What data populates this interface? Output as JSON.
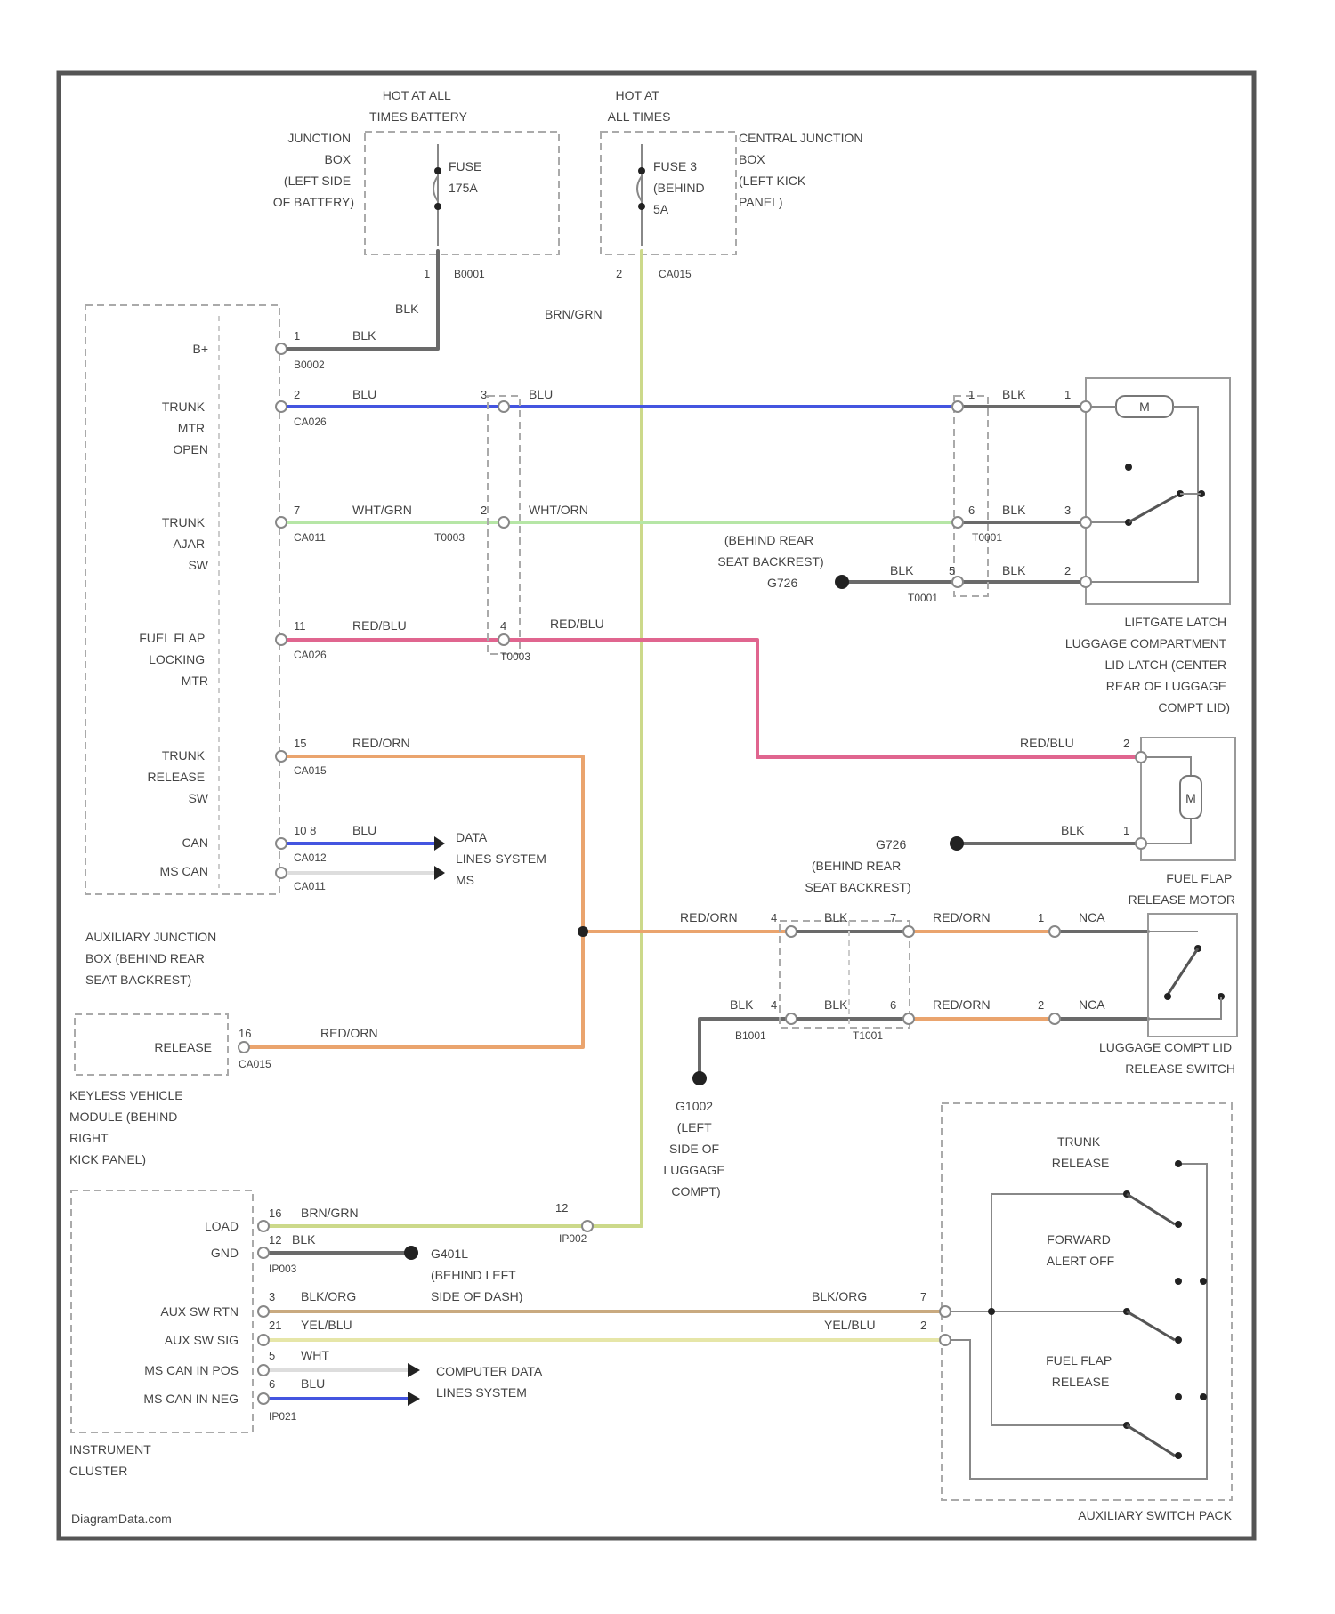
{
  "footer": {
    "watermark": "DiagramData.com"
  },
  "colors": {
    "BLK": "#6a6a6a",
    "BLU": "#4455e0",
    "WHT/GRN": "#b6e6a6",
    "RED/BLU": "#e0658f",
    "RED/ORN": "#eaa46e",
    "BRN/GRN": "#ccd98a",
    "BLK/ORG": "#c9aa80",
    "YEL/BLU": "#e6e6a8",
    "WHT": "#d8d8d8",
    "frame": "#555555"
  },
  "top": {
    "hot_left": [
      "HOT AT ALL",
      "TIMES BATTERY"
    ],
    "hot_right": [
      "HOT AT",
      "ALL TIMES"
    ],
    "jbox_left": [
      "JUNCTION",
      "BOX",
      "(LEFT SIDE",
      "OF BATTERY)"
    ],
    "fuse_left": [
      "FUSE",
      "175A"
    ],
    "jbox_right": [
      "CENTRAL JUNCTION",
      "BOX",
      "(LEFT KICK",
      "PANEL)"
    ],
    "fuse_right": [
      "FUSE 3",
      "(BEHIND",
      "5A"
    ],
    "pin_left": "1",
    "conn_left": "B0001",
    "pin_right": "2",
    "conn_right": "CA015",
    "wire_blk": "BLK",
    "wire_brngrn": "BRN/GRN"
  },
  "aux_box": {
    "title": [
      "AUXILIARY JUNCTION",
      "BOX (BEHIND REAR",
      "SEAT BACKREST)"
    ],
    "rows": [
      {
        "label": [
          "B+"
        ],
        "pin": "1",
        "conn": "B0002",
        "wire": "BLK"
      },
      {
        "label": [
          "TRUNK",
          "MTR",
          "OPEN"
        ],
        "pin": "2",
        "conn": "CA026",
        "wire": "BLU"
      },
      {
        "label": [
          "TRUNK",
          "AJAR",
          "SW"
        ],
        "pin": "7",
        "conn": "CA011",
        "wire": "WHT/GRN"
      },
      {
        "label": [
          "FUEL FLAP",
          "LOCKING",
          "MTR"
        ],
        "pin": "11",
        "conn": "CA026",
        "wire": "RED/BLU"
      },
      {
        "label": [
          "TRUNK",
          "RELEASE",
          "SW"
        ],
        "pin": "15",
        "conn": "CA015",
        "wire": "RED/ORN"
      },
      {
        "label": [
          "CAN"
        ],
        "pin": "10 8",
        "conn": "CA012",
        "wire": "BLU"
      },
      {
        "label": [
          "MS CAN"
        ],
        "pin": "",
        "conn": "CA011",
        "wire": "WHT"
      }
    ],
    "data_lines": [
      "DATA",
      "LINES SYSTEM",
      "MS"
    ]
  },
  "splices": {
    "blu": {
      "pin": "3",
      "wire": "BLU"
    },
    "wht": {
      "pin": "2",
      "wire": "WHT/ORN",
      "conn": "T0003"
    },
    "redblu": {
      "pin": "4",
      "wire": "RED/BLU",
      "conn": "T0003"
    }
  },
  "liftgate": {
    "title": [
      "LIFTGATE LATCH",
      "LUGGAGE COMPARTMENT",
      "LID LATCH (CENTER",
      "REAR OF LUGGAGE",
      "COMPT LID)"
    ],
    "pins": [
      {
        "left": "1",
        "wire": "BLK",
        "right": "1"
      },
      {
        "left": "6",
        "wire": "BLK",
        "right": "3",
        "conn": "T0001"
      },
      {
        "left": "5",
        "wire": "BLK",
        "right": "2",
        "conn": "T0001"
      }
    ],
    "motor": "M",
    "ground": [
      "G726",
      "(BEHIND REAR",
      "SEAT BACKREST)"
    ],
    "ground_wire": "BLK",
    "blu_wire": "BLU",
    "wht_wire": "WHT/ORN"
  },
  "fuel_flap": {
    "title": [
      "FUEL FLAP",
      "RELEASE MOTOR"
    ],
    "motor": "M",
    "pin_top": "2",
    "wire_top": "RED/BLU",
    "pin_bot": "1",
    "wire_bot": "BLK",
    "ground": [
      "G726",
      "(BEHIND REAR",
      "SEAT BACKREST)"
    ]
  },
  "release_switch": {
    "title": [
      "LUGGAGE COMPT LID",
      "RELEASE SWITCH"
    ],
    "row1": {
      "wire1": "RED/ORN",
      "pin1": "4",
      "wire2": "BLK",
      "pin2": "7",
      "wire3": "RED/ORN",
      "pin3": "1",
      "term": "NCA"
    },
    "row2": {
      "wire1": "BLK",
      "pin1": "4",
      "conn1": "B1001",
      "wire2": "BLK",
      "pin2": "6",
      "conn2": "T1001",
      "wire3": "RED/ORN",
      "pin3": "2",
      "term": "NCA"
    },
    "ground": [
      "G1002",
      "(LEFT",
      "SIDE OF",
      "LUGGAGE",
      "COMPT)"
    ]
  },
  "keyless": {
    "label": "RELEASE",
    "pin": "16",
    "conn": "CA015",
    "wire": "RED/ORN",
    "title": [
      "KEYLESS VEHICLE",
      "MODULE (BEHIND",
      "RIGHT",
      "KICK PANEL)"
    ]
  },
  "cluster": {
    "title": [
      "INSTRUMENT",
      "CLUSTER"
    ],
    "rows": [
      {
        "label": "LOAD",
        "pin": "16",
        "wire": "BRN/GRN"
      },
      {
        "label": "GND",
        "pin": "12",
        "wire": "BLK",
        "conn": "IP003"
      },
      {
        "label": "AUX SW RTN",
        "pin": "3",
        "wire": "BLK/ORG"
      },
      {
        "label": "AUX SW SIG",
        "pin": "21",
        "wire": "YEL/BLU"
      },
      {
        "label": "MS CAN IN POS",
        "pin": "5",
        "wire": "WHT"
      },
      {
        "label": "MS CAN IN NEG",
        "pin": "6",
        "wire": "BLU",
        "conn": "IP021"
      }
    ],
    "load_splice": {
      "pin": "12",
      "conn": "IP002"
    },
    "gnd_ground": [
      "G401L",
      "(BEHIND LEFT",
      "SIDE OF DASH)"
    ],
    "computer": [
      "COMPUTER DATA",
      "LINES SYSTEM"
    ]
  },
  "aux_switch": {
    "title": "AUXILIARY SWITCH PACK",
    "labels": [
      [
        "TRUNK",
        "RELEASE"
      ],
      [
        "FORWARD",
        "ALERT OFF"
      ],
      [
        "FUEL FLAP",
        "RELEASE"
      ]
    ],
    "pin_a": "7",
    "wire_a": "BLK/ORG",
    "pin_b": "2",
    "wire_b": "YEL/BLU"
  }
}
